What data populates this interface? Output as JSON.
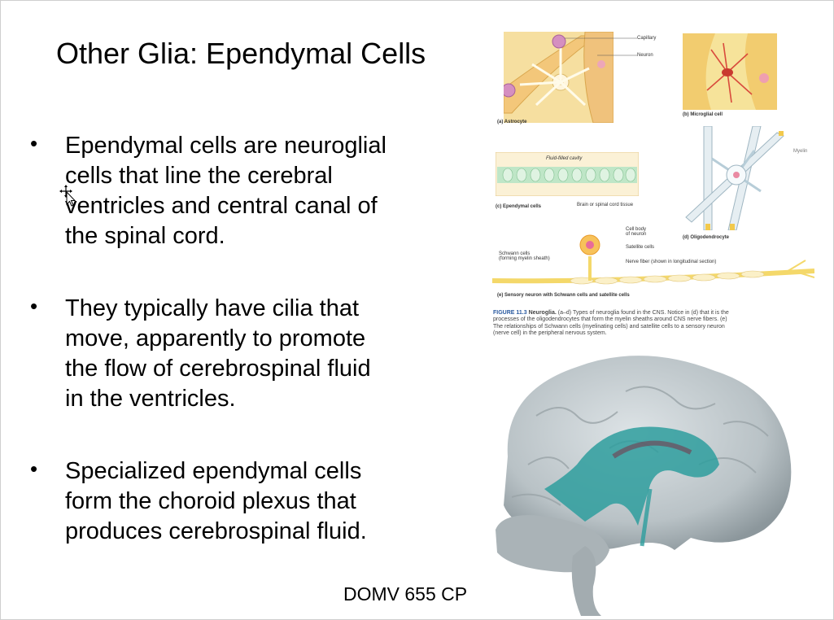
{
  "slide": {
    "title": "Other Glia: Ependymal Cells",
    "bullets": [
      {
        "marker": "•",
        "lines": [
          "Ependymal cells are neuroglial",
          "cells that line the cerebral",
          "ventricles and central canal of",
          "the spinal cord."
        ]
      },
      {
        "marker": "•",
        "lines": [
          "They typically have cilia that",
          "move, apparently to promote",
          "the flow of cerebrospinal fluid",
          "in the ventricles."
        ]
      },
      {
        "marker": "•",
        "lines": [
          "Specialized ependymal cells",
          "form the choroid plexus that",
          "produces cerebrospinal fluid."
        ]
      }
    ],
    "footer": "DOMV 655 CP"
  },
  "figure": {
    "labels": {
      "capillary": "Capillary",
      "neuron": "Neuron",
      "astrocyte": "(a) Astrocyte",
      "microglial": "(b) Microglial cell",
      "fluid_cavity": "Fluid-filled cavity",
      "ependymal": "(c) Ependymal cells",
      "brain_tissue": "Brain or spinal cord tissue",
      "oligodendrocyte": "(d) Oligodendrocyte",
      "myelin": "Myelin",
      "cell_body": "Cell body\nof neuron",
      "satellite": "Satellite cells",
      "schwann": "Schwann cells\n(forming myelin sheath)",
      "nerve_fiber": "Nerve fiber (shown in longitudinal section)",
      "sensory": "(e) Sensory neuron with Schwann cells and satellite cells"
    },
    "caption": {
      "figure_label": "FIGURE 11.3",
      "heading": "Neuroglia.",
      "text": "(a–d) Types of neuroglia found in the CNS. Notice in (d) that it is the processes of the oligodendrocytes that form the myelin sheaths around CNS nerve fibers. (e) The relationships of Schwann cells (myelinating cells) and satellite cells to a sensory neuron (nerve cell) in the peripheral nervous system."
    }
  },
  "colors": {
    "brain": "#b9c2c6",
    "ventricle": "#2e9e9e",
    "astrocyte_bg": "#f6dfa0",
    "caption_accent": "#2a5aa0"
  }
}
